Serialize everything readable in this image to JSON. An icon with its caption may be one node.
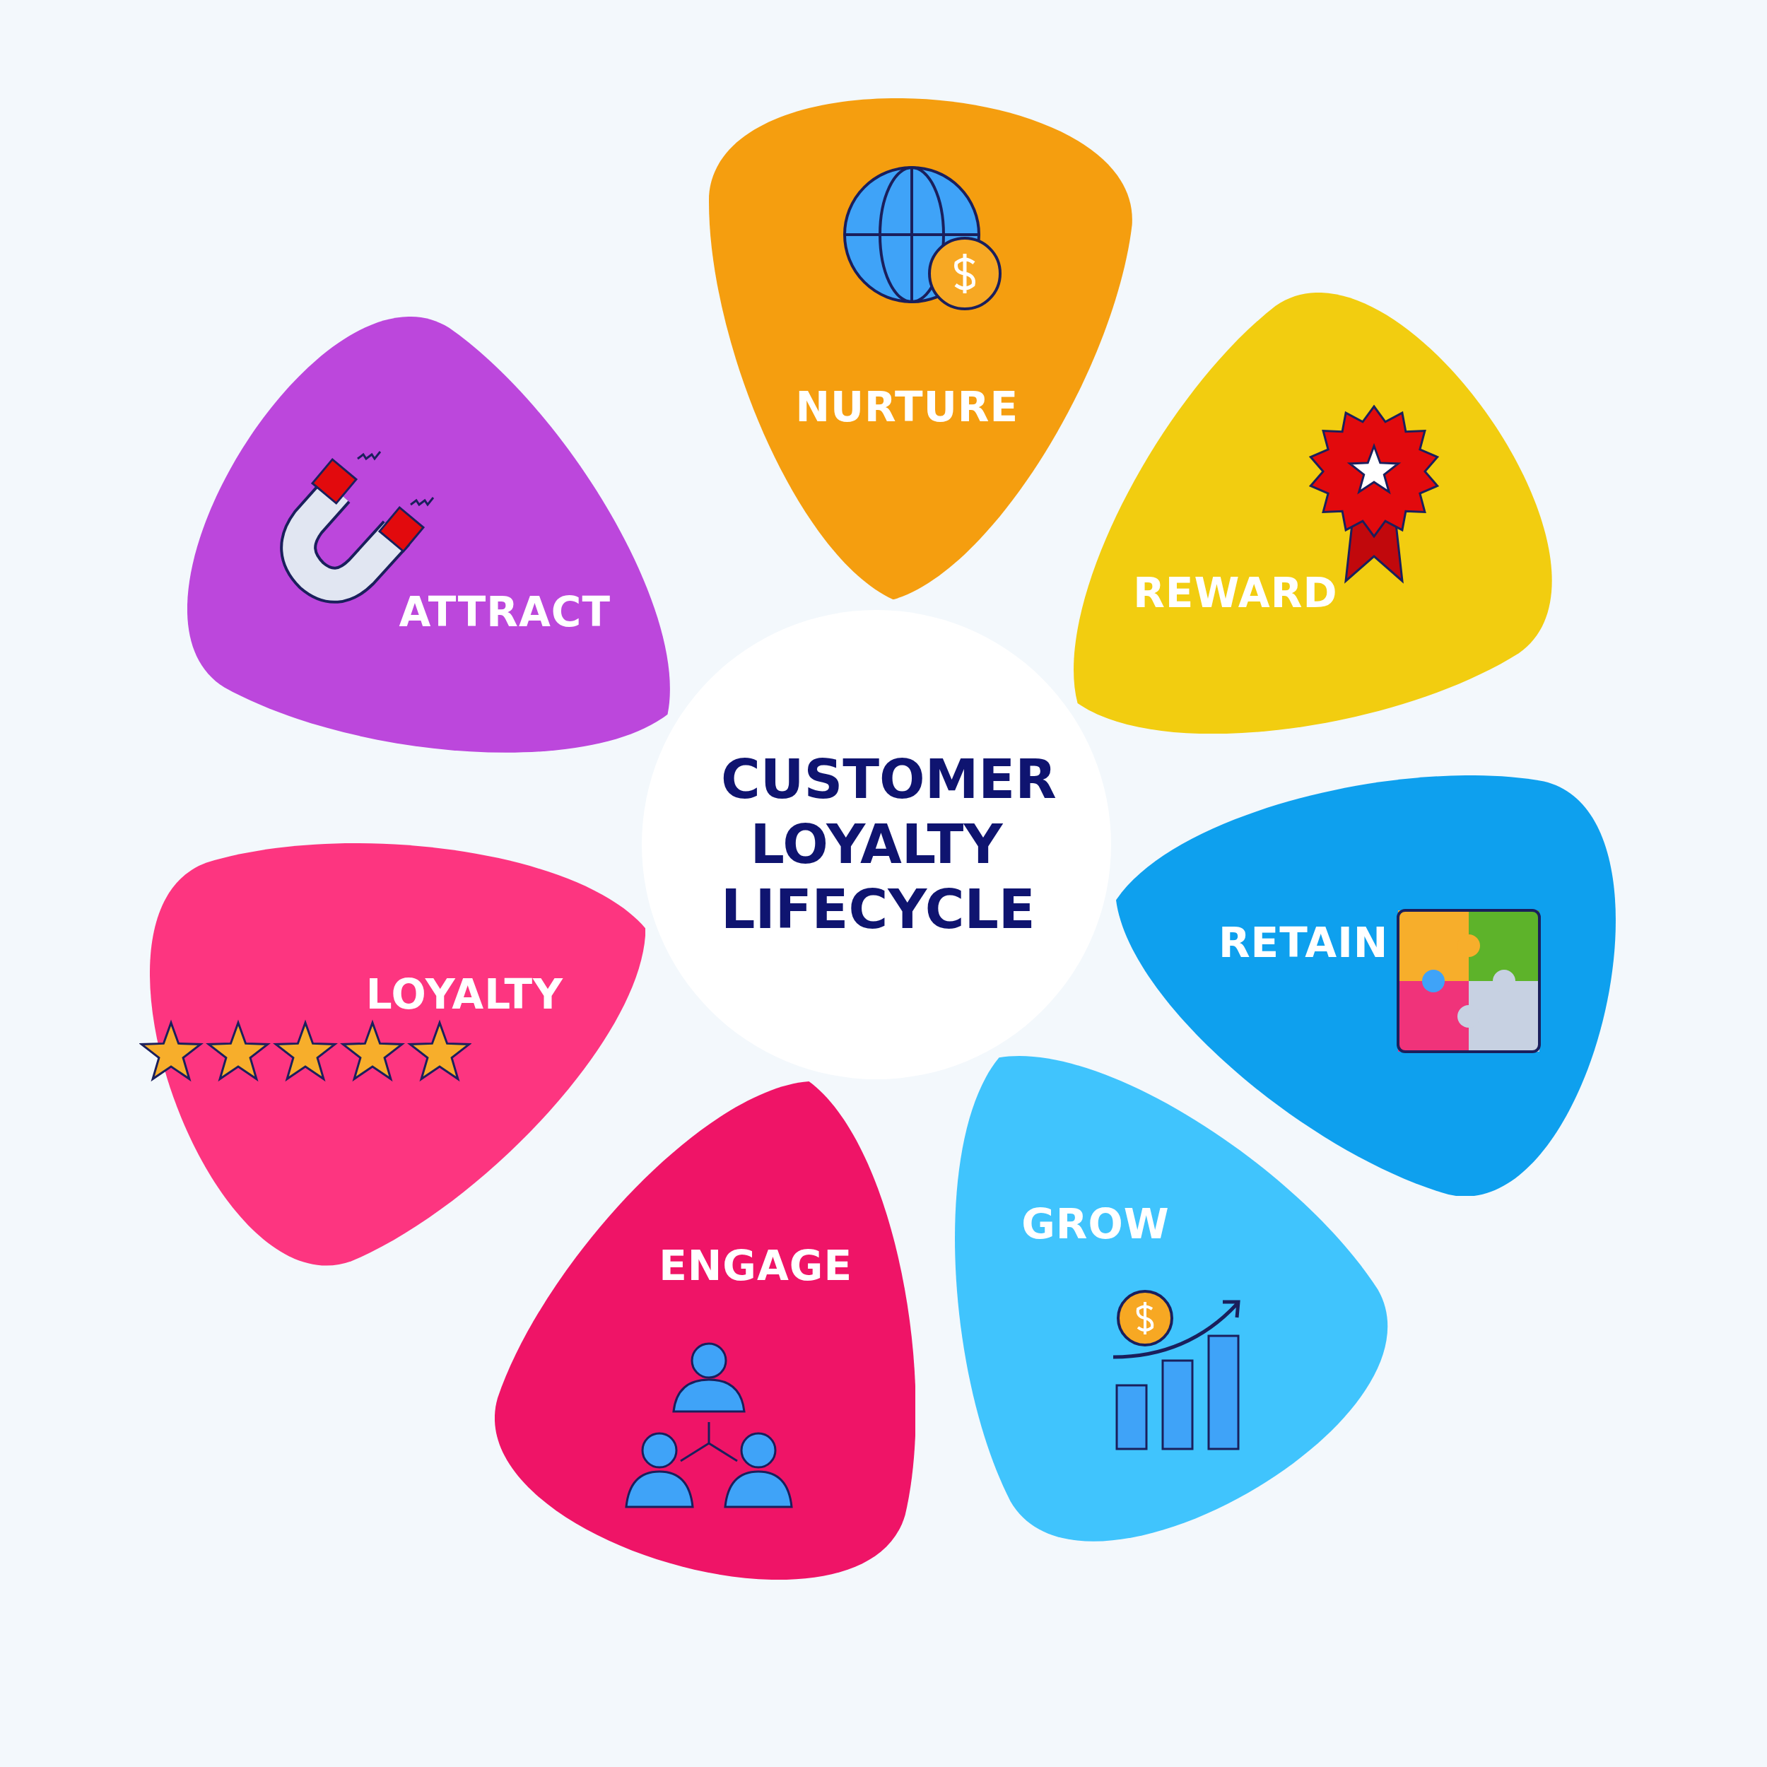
{
  "diagram": {
    "nodes": [
      {
        "text": [
          "CUSTOMER LOYALTY LIFECYCLE"
        ]
      },
      {
        "text": [
          "NURTURE"
        ]
      },
      {
        "text": [
          "REWARD"
        ]
      },
      {
        "text": [
          "RETAIN"
        ]
      },
      {
        "text": [
          "GROW"
        ]
      },
      {
        "text": [
          "ENGAGE"
        ]
      },
      {
        "text": [
          "LOYALTY"
        ]
      },
      {
        "text": [
          "ATTRACT"
        ]
      }
    ]
  }
}
